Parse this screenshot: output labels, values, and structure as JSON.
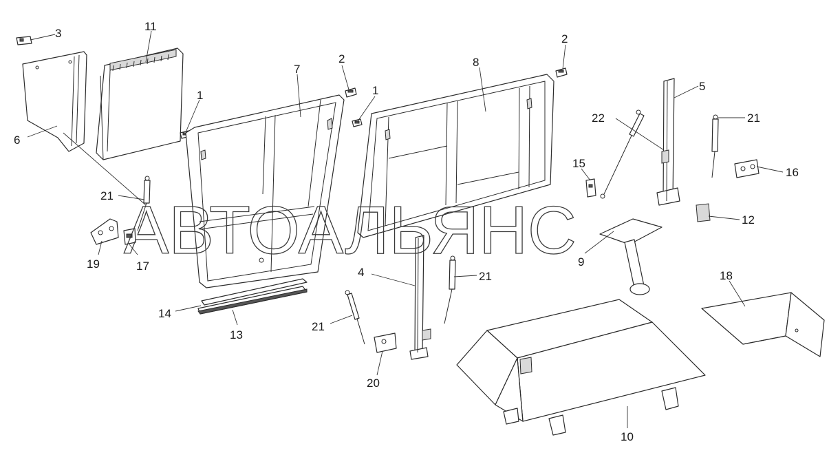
{
  "watermark": "АВТОАЛЬЯНС",
  "callouts": {
    "c1a": "1",
    "c1b": "1",
    "c2a": "2",
    "c2b": "2",
    "c3": "3",
    "c4": "4",
    "c5": "5",
    "c6": "6",
    "c7": "7",
    "c8": "8",
    "c9": "9",
    "c10": "10",
    "c11": "11",
    "c12": "12",
    "c13": "13",
    "c14": "14",
    "c15": "15",
    "c16": "16",
    "c17": "17",
    "c18": "18",
    "c19": "19",
    "c20": "20",
    "c21a": "21",
    "c21b": "21",
    "c21c": "21",
    "c21d": "21",
    "c22": "22"
  }
}
